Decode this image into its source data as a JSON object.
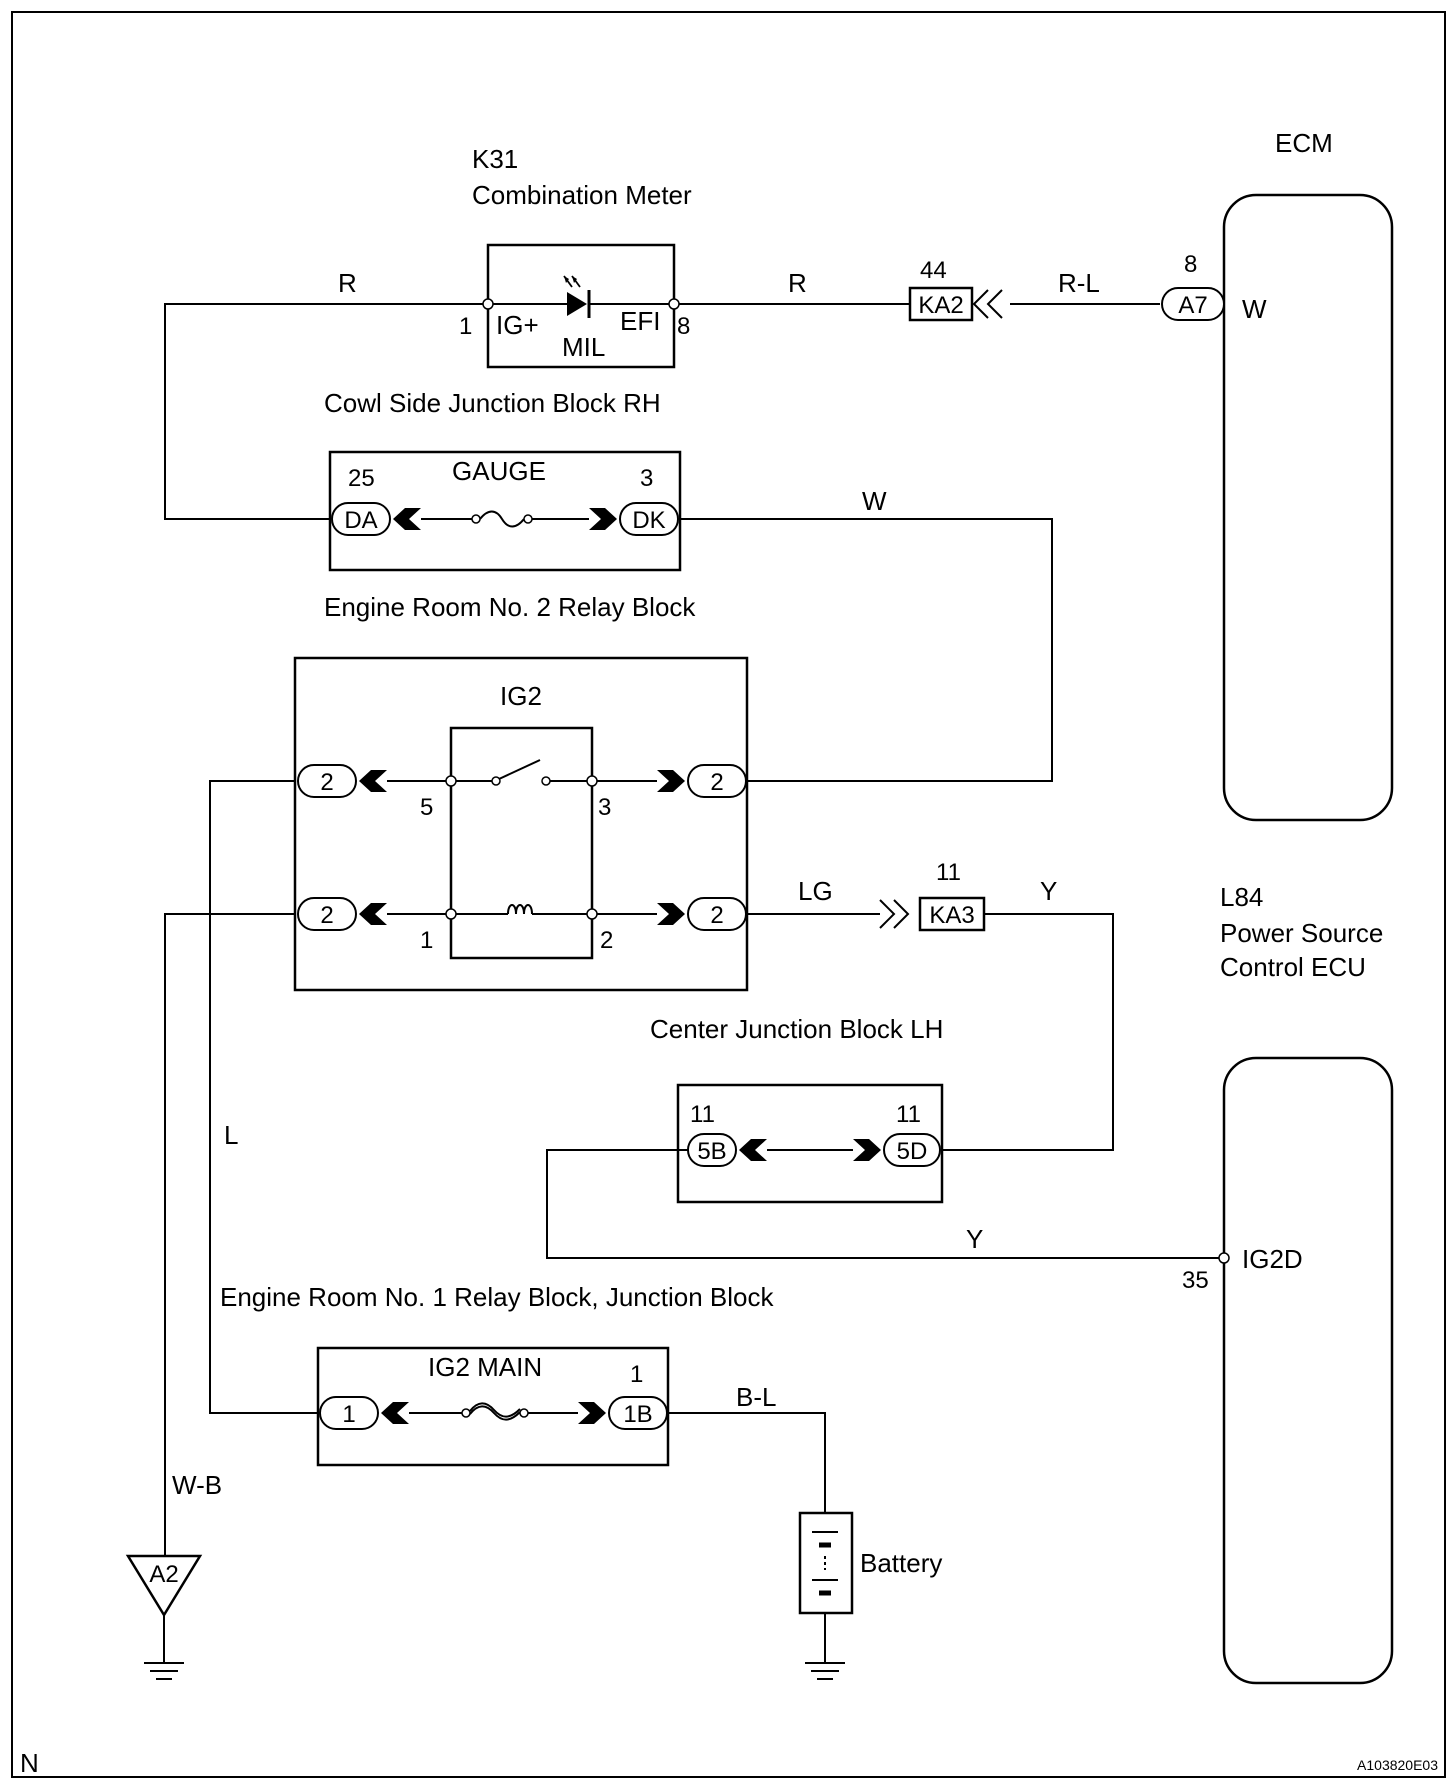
{
  "components": {
    "k31_ref": "K31",
    "k31_name": "Combination Meter",
    "ig_plus": "IG+",
    "efi": "EFI",
    "mil": "MIL",
    "ecm": "ECM",
    "ecm_pin": "W",
    "cowl_block": "Cowl Side Junction Block RH",
    "gauge": "GAUGE",
    "er2_block": "Engine Room No. 2 Relay Block",
    "ig2": "IG2",
    "l84_ref": "L84",
    "l84_name_1": "Power Source",
    "l84_name_2": "Control ECU",
    "center_block": "Center Junction Block LH",
    "er1_block": "Engine Room No. 1 Relay Block, Junction Block",
    "ig2_main": "IG2 MAIN",
    "ig2d": "IG2D",
    "battery": "Battery"
  },
  "wires": {
    "r_left": "R",
    "r_right": "R",
    "r_l": "R-L",
    "w": "W",
    "lg": "LG",
    "y_top": "Y",
    "y_bottom": "Y",
    "l": "L",
    "b_l": "B-L",
    "w_b": "W-B"
  },
  "connectors": {
    "a7": "A7",
    "ka2": "KA2",
    "da": "DA",
    "dk": "DK",
    "ka3": "KA3",
    "c5b": "5B",
    "c5d": "5D",
    "c1b": "1B",
    "a2": "A2",
    "r1": "2",
    "r2": "2",
    "r3": "2",
    "r4": "2",
    "m1": "1"
  },
  "pins": {
    "meter_1": "1",
    "meter_8": "8",
    "ka2_44": "44",
    "a7_8": "8",
    "da_25": "25",
    "dk_3": "3",
    "relay_5": "5",
    "relay_3": "3",
    "relay_1": "1",
    "relay_2": "2",
    "ka3_11": "11",
    "b5b_11": "11",
    "d5d_11": "11",
    "ig2d_35": "35",
    "b1b_1": "1"
  },
  "footer": {
    "left": "N",
    "right": "A103820E03"
  }
}
